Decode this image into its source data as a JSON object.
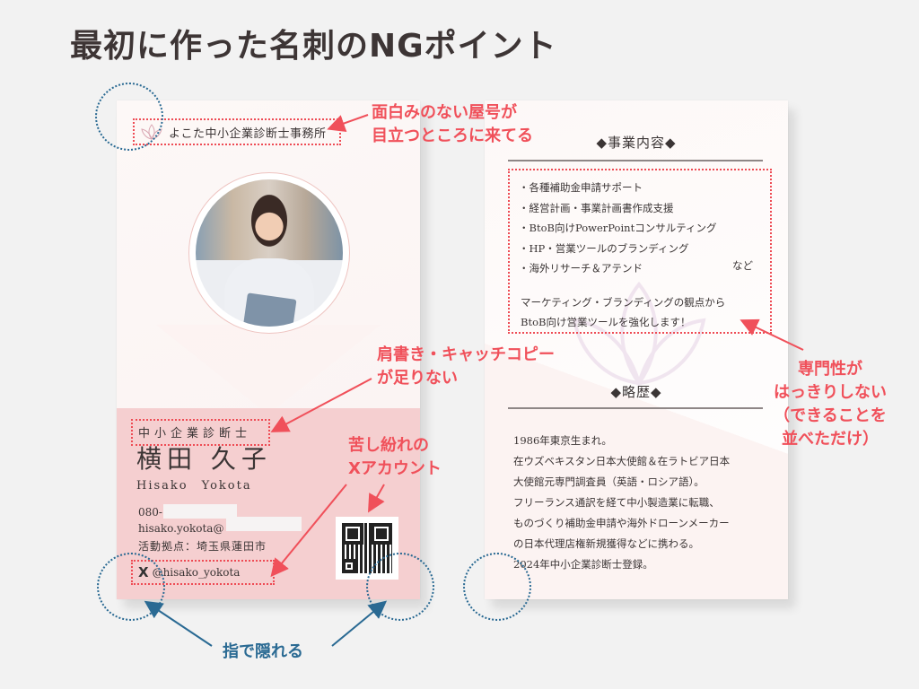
{
  "page": {
    "title": "最初に作った名刺のNGポイント"
  },
  "front_card": {
    "office_name": "よこた中小企業診断士事務所",
    "logo_icon": "lotus-icon",
    "photo_alt": "portrait-photo",
    "cert_title": "中小企業診断士",
    "name_ja": "横田 久子",
    "name_en": "Hisako　Yokota",
    "phone_prefix": "080-",
    "email_prefix": "hisako.yokota@",
    "location": "活動拠点：埼玉県蓮田市",
    "x_icon": "X",
    "x_handle": "@hisako_yokota",
    "qr_icon": "qr-code-icon",
    "colors": {
      "pink": "#f5cfd0",
      "ring": "#eec4c1"
    }
  },
  "back_card": {
    "business_heading": "◆事業内容◆",
    "services": [
      "・各種補助金申請サポート",
      "・経営計画・事業計画書作成支援",
      "・BtoB向けPowerPointコンサルティング",
      "・HP・営業ツールのブランディング",
      "・海外リサーチ＆アテンド"
    ],
    "services_etc": "など",
    "tagline": [
      "マーケティング・ブランディングの観点から",
      "BtoB向け営業ツールを強化します！"
    ],
    "history_heading": "◆略歴◆",
    "history": [
      "1986年東京生まれ。",
      "在ウズベキスタン日本大使館＆在ラトビア日本",
      "大使館元専門調査員（英語・ロシア語）。",
      "フリーランス通訳を経て中小製造業に転職、",
      "ものづくり補助金申請や海外ドローンメーカー",
      "の日本代理店権新規獲得などに携わる。",
      "2024年中小企業診断士登録。"
    ]
  },
  "annotations": {
    "office": [
      "面白みのない屋号が",
      "目立つところに来てる"
    ],
    "tagline": [
      "肩書き・キャッチコピー",
      "が足りない"
    ],
    "x_account": [
      "苦し紛れの",
      "Xアカウント"
    ],
    "expertise": [
      "専門性が",
      "はっきりしない",
      "（できることを",
      "並べただけ）"
    ],
    "finger": "指で隠れる",
    "colors": {
      "red": "#f0505a",
      "blue": "#2a6a93"
    }
  }
}
